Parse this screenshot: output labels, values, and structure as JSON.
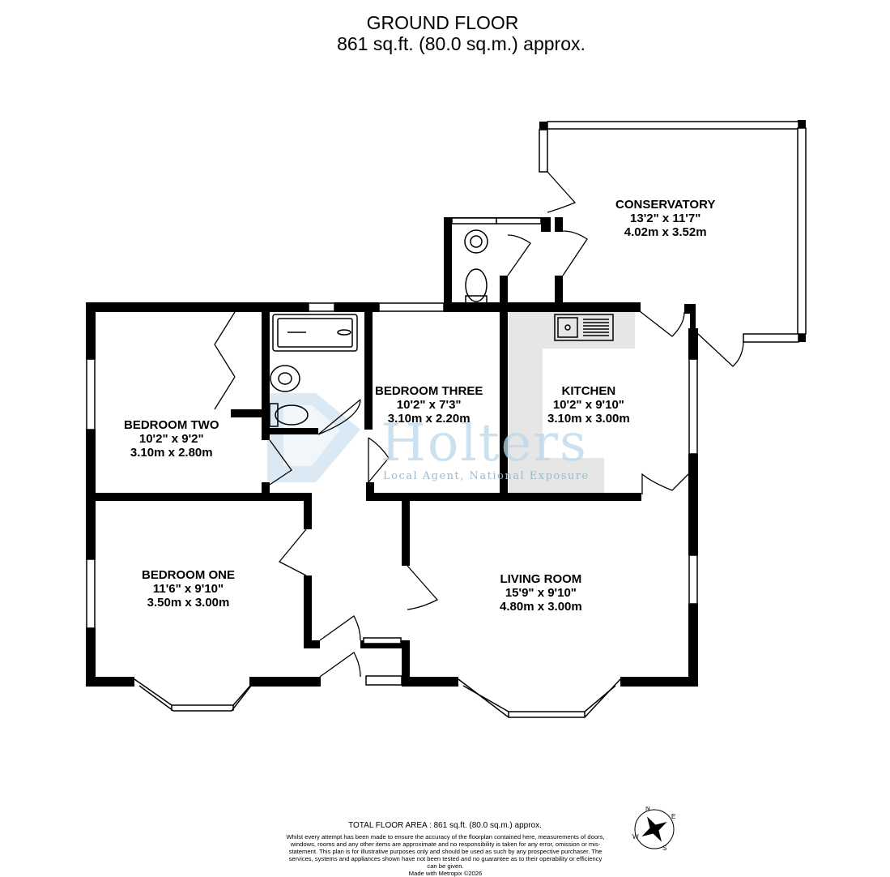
{
  "header": {
    "title": "GROUND FLOOR",
    "area": "861 sq.ft. (80.0 sq.m.) approx."
  },
  "rooms": [
    {
      "id": "conservatory",
      "name": "CONSERVATORY",
      "imperial": "13'2\"  x 11'7\"",
      "metric": "4.02m  x 3.52m"
    },
    {
      "id": "bedroom-two",
      "name": "BEDROOM TWO",
      "imperial": "10'2\"  x 9'2\"",
      "metric": "3.10m  x 2.80m"
    },
    {
      "id": "bedroom-three",
      "name": "BEDROOM THREE",
      "imperial": "10'2\"  x 7'3\"",
      "metric": "3.10m  x 2.20m"
    },
    {
      "id": "kitchen",
      "name": "KITCHEN",
      "imperial": "10'2\"  x 9'10\"",
      "metric": "3.10m  x 3.00m"
    },
    {
      "id": "bedroom-one",
      "name": "BEDROOM ONE",
      "imperial": "11'6\"  x 9'10\"",
      "metric": "3.50m  x 3.00m"
    },
    {
      "id": "living-room",
      "name": "LIVING ROOM",
      "imperial": "15'9\"  x 9'10\"",
      "metric": "4.80m  x 3.00m"
    }
  ],
  "watermark": {
    "name": "Holters",
    "tagline": "Local Agent, National Exposure"
  },
  "compass": {
    "n": "N",
    "e": "E",
    "s": "S",
    "w": "W"
  },
  "footer": {
    "total": "TOTAL FLOOR AREA : 861 sq.ft. (80.0 sq.m.) approx.",
    "disclaimer": "Whilst every attempt has been made to ensure the accuracy of the floorplan contained here, measurements of doors, windows, rooms and any other items are approximate and no responsibility is taken for any error, omission or mis-statement. This plan is for illustrative purposes only and should be used as such by any prospective purchaser. The services, systems and appliances shown have not been tested and no guarantee as to their operability or efficiency can be given.",
    "made_with": "Made with Metropix ©2026"
  },
  "colors": {
    "wall": "#000000",
    "kitchen_floor": "#e6e6e6",
    "watermark": "#bcd8ea"
  }
}
